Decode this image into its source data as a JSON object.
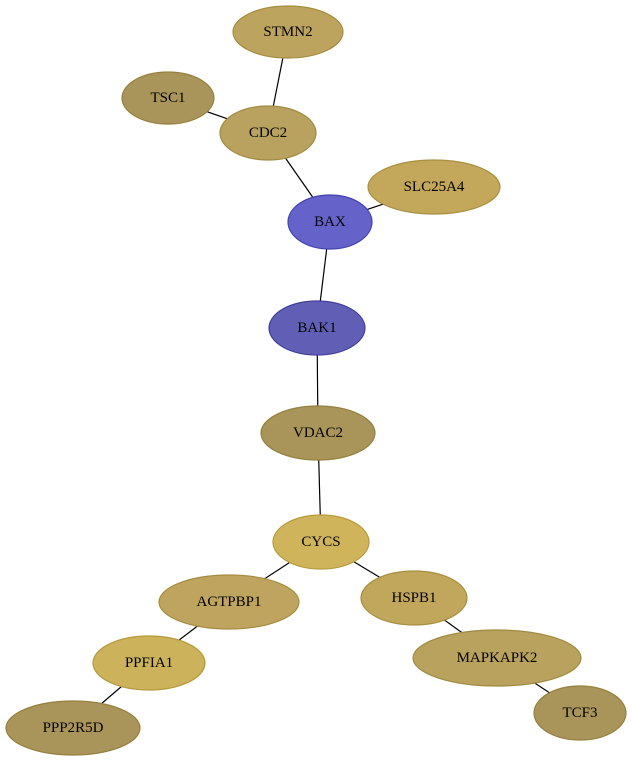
{
  "network": {
    "nodes": [
      {
        "id": "STMN2",
        "label": "STMN2",
        "fill": "#bca45e",
        "stroke": "#a68c3c"
      },
      {
        "id": "TSC1",
        "label": "TSC1",
        "fill": "#a99459",
        "stroke": "#958040"
      },
      {
        "id": "CDC2",
        "label": "CDC2",
        "fill": "#b9a25f",
        "stroke": "#a08a40"
      },
      {
        "id": "SLC25A4",
        "label": "SLC25A4",
        "fill": "#c3a75a",
        "stroke": "#a99040"
      },
      {
        "id": "BAX",
        "label": "BAX",
        "fill": "#6563c9",
        "stroke": "#4242b0"
      },
      {
        "id": "BAK1",
        "label": "BAK1",
        "fill": "#615fb5",
        "stroke": "#40409a"
      },
      {
        "id": "VDAC2",
        "label": "VDAC2",
        "fill": "#a99459",
        "stroke": "#958040"
      },
      {
        "id": "CYCS",
        "label": "CYCS",
        "fill": "#d0b45c",
        "stroke": "#b89a3c"
      },
      {
        "id": "AGTPBP1",
        "label": "AGTPBP1",
        "fill": "#bfa45f",
        "stroke": "#a68c40"
      },
      {
        "id": "HSPB1",
        "label": "HSPB1",
        "fill": "#c1a75c",
        "stroke": "#a88f3e"
      },
      {
        "id": "PPFIA1",
        "label": "PPFIA1",
        "fill": "#cdb25c",
        "stroke": "#b5993c"
      },
      {
        "id": "MAPKAPK2",
        "label": "MAPKAPK2",
        "fill": "#b9a25e",
        "stroke": "#a08a40"
      },
      {
        "id": "PPP2R5D",
        "label": "PPP2R5D",
        "fill": "#a99459",
        "stroke": "#958040"
      },
      {
        "id": "TCF3",
        "label": "TCF3",
        "fill": "#a99459",
        "stroke": "#958040"
      }
    ],
    "edges": [
      {
        "source": "STMN2",
        "target": "CDC2"
      },
      {
        "source": "TSC1",
        "target": "CDC2"
      },
      {
        "source": "CDC2",
        "target": "BAX"
      },
      {
        "source": "SLC25A4",
        "target": "BAX"
      },
      {
        "source": "BAX",
        "target": "BAK1"
      },
      {
        "source": "BAK1",
        "target": "VDAC2"
      },
      {
        "source": "VDAC2",
        "target": "CYCS"
      },
      {
        "source": "CYCS",
        "target": "AGTPBP1"
      },
      {
        "source": "CYCS",
        "target": "HSPB1"
      },
      {
        "source": "AGTPBP1",
        "target": "PPFIA1"
      },
      {
        "source": "PPFIA1",
        "target": "PPP2R5D"
      },
      {
        "source": "HSPB1",
        "target": "MAPKAPK2"
      },
      {
        "source": "MAPKAPK2",
        "target": "TCF3"
      }
    ]
  }
}
